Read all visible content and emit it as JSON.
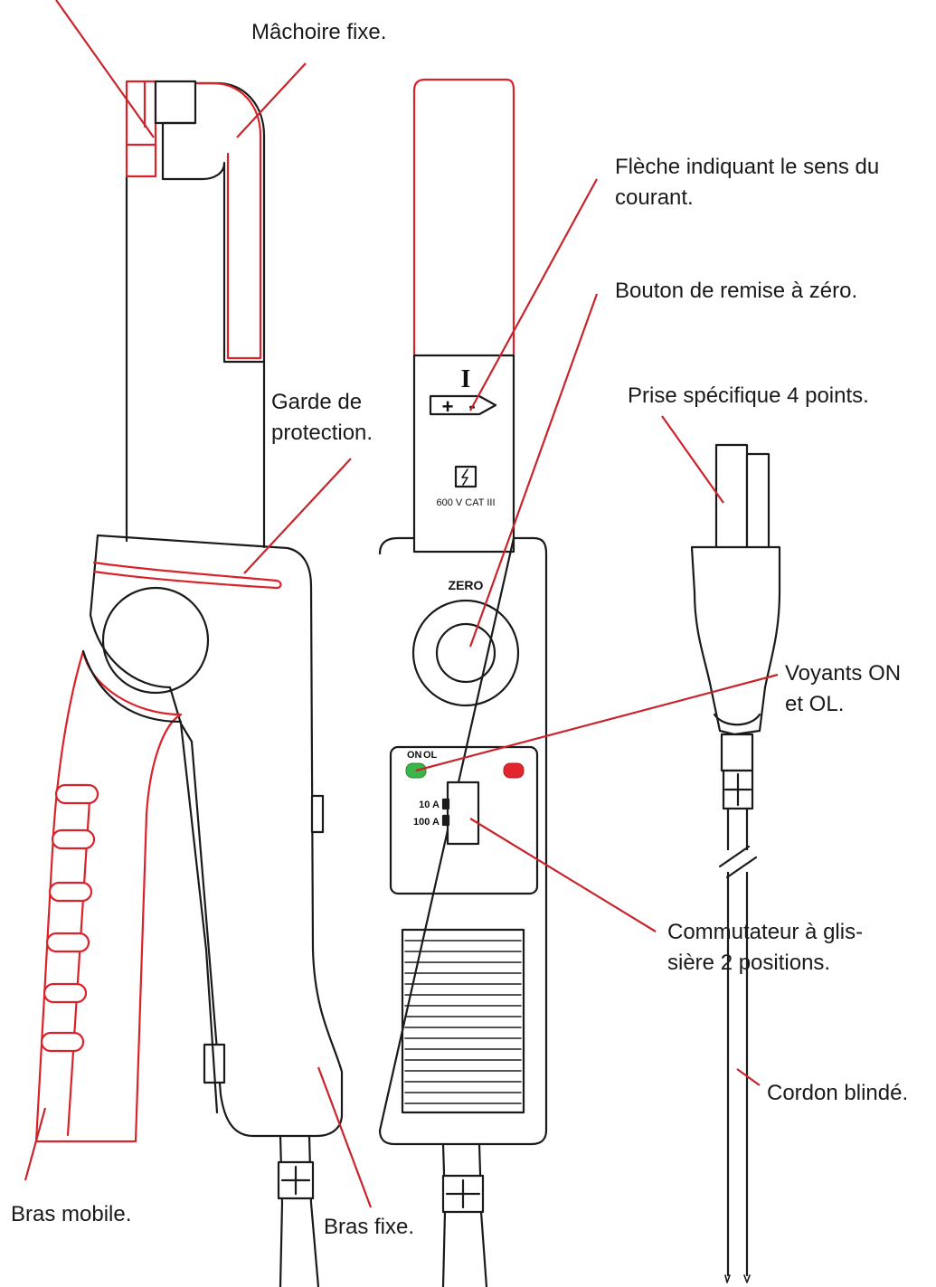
{
  "labels": {
    "fixed_jaw": "Mâchoire fixe.",
    "current_arrow_1": "Flèche indiquant le sens du",
    "current_arrow_2": "courant.",
    "zero_button": "Bouton de remise à zéro.",
    "guard_1": "Garde de",
    "guard_2": "protection.",
    "plug": "Prise spécifique 4 points.",
    "leds_1": "Voyants ON",
    "leds_2": "et OL.",
    "switch_1": "Commutateur à glis-",
    "switch_2": "sière 2 positions.",
    "cable": "Cordon blindé.",
    "mobile_arm": "Bras mobile.",
    "fixed_arm": "Bras fixe."
  },
  "markings": {
    "current_symbol": "I",
    "plus": "+",
    "minus": "-",
    "rating": "600 V CAT III",
    "zero": "ZERO",
    "on": "ON",
    "ol": "OL",
    "range_10a": "10 A",
    "range_100a": "100 A"
  },
  "colors": {
    "outline": "#1a1a1a",
    "highlight": "#d9222a",
    "led_on": "#3bb54a",
    "led_ol": "#e3262e"
  }
}
